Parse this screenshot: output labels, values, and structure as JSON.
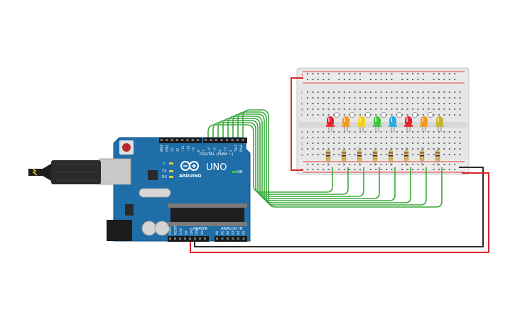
{
  "arduino": {
    "brand": "ARDUINO",
    "model": "UNO",
    "on_label": "ON",
    "digital_label": "DIGITAL (PWM ~)",
    "analog_label": "ANALOG IN",
    "power_label": "POWER",
    "led_l": "L",
    "led_tx": "TX",
    "led_rx": "RX",
    "digital_pins": [
      "AREF",
      "GND",
      "13",
      "12",
      "~11",
      "~10",
      "~9",
      "8",
      "7",
      "~6",
      "~5",
      "4",
      "~3",
      "2",
      "TX▸1",
      "RX◂0"
    ],
    "power_pins": [
      "IOREF",
      "RESET",
      "3.3V",
      "5V",
      "GND",
      "GND",
      "Vin"
    ],
    "analog_pins": [
      "A0",
      "A1",
      "A2",
      "A3",
      "A4",
      "A5"
    ],
    "board_color": "#1f6ea8"
  },
  "breadboard": {
    "columns": 30,
    "row_letters_top": [
      "j",
      "i",
      "h",
      "g",
      "f"
    ],
    "row_letters_bottom": [
      "e",
      "d",
      "c",
      "b",
      "a"
    ],
    "rail_plus": "+",
    "rail_minus": "−"
  },
  "leds": [
    {
      "color": "#e8222b"
    },
    {
      "color": "#f39a1b"
    },
    {
      "color": "#f1d215"
    },
    {
      "color": "#39c43a"
    },
    {
      "color": "#2aa8e6"
    },
    {
      "color": "#e8222b"
    },
    {
      "color": "#f39a1b"
    },
    {
      "color": "#c9b42a"
    }
  ],
  "wires": {
    "signal_color": "#3aa83a",
    "power_color": "#d9262c",
    "ground_color": "#2b2b2b"
  },
  "usb": {
    "cable_color": "#2a2a2a",
    "connector_color": "#c8c8c8"
  }
}
